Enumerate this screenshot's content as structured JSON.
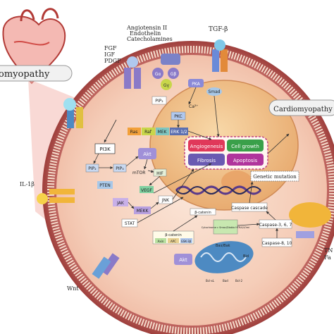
{
  "title_banner": "Cardiomyopathy",
  "corner_banner": "omyopathy",
  "ligands": {
    "growth_factors": [
      "FGF",
      "IGF",
      "PDGF"
    ],
    "gpcr_agonists": [
      "Angiotensin II",
      "Endothelin",
      "Catecholamines"
    ],
    "tgf": "TGF-β",
    "il1": "IL-1β",
    "wnt": "Wnt",
    "tnf_partial": [
      "TN",
      "Fa"
    ]
  },
  "signaling": {
    "g_subunits": [
      "Gα",
      "Gβ",
      "Gγ"
    ],
    "pka": "PKA",
    "smad": "Smad",
    "ca": "Ca²⁺",
    "pip2_top": "PIP₂",
    "pkc": "PKC",
    "ras": "Ras",
    "raf": "Raf",
    "mek": "MEK",
    "erk": "ERK 1/2",
    "pi3k": "PI3K",
    "akt": "Akt",
    "pip2": "PIP₂",
    "pip3": "PIP₃",
    "mtor": "mTOR",
    "hif": "HIF",
    "pten": "PTEN",
    "vegf": "VEGF",
    "jak": "JAK",
    "mekk": "MEKK",
    "jnk": "JNK",
    "stat": "STAT",
    "beta_catenin": "β-catenin",
    "destruction_complex": [
      "Axin",
      "APC",
      "GSK-3β"
    ],
    "akt2": "Akt",
    "beta_catenin_nuc": "β-catenin"
  },
  "outcomes": {
    "angiogenesis": "Angiogenesis",
    "cell_growth": "Cell growth",
    "fibrosis": "Fibrosis",
    "apoptosis": "Apoptosis"
  },
  "genetic_mutation": "Genetic mutation",
  "apoptosis_path": {
    "caspase_cascade": "Caspase cascade",
    "caspase_367": "Caspase-3, 6, 7",
    "caspase_810": "Caspase-8, 10",
    "cytochrome": "Cytochrome c Smac/Diablo HTRA2/Omi",
    "bax_bak": "Bax/Bak",
    "bcl_labels": [
      "Bcl-xL",
      "Bad",
      "Bcl-2"
    ],
    "bid": "Bid"
  },
  "colors": {
    "cell_rim": "#b85a55",
    "cell_inner": "#f6d3c0",
    "nucleus": "#f0c290",
    "ras": "#f2a03a",
    "raf": "#c8d64a",
    "mek": "#7fc6c0",
    "erk": "#5c6fb0",
    "angiogenesis": "#e0385a",
    "cell_growth": "#3aa04a",
    "fibrosis": "#6a5ab2",
    "apoptosis": "#b0349c"
  }
}
